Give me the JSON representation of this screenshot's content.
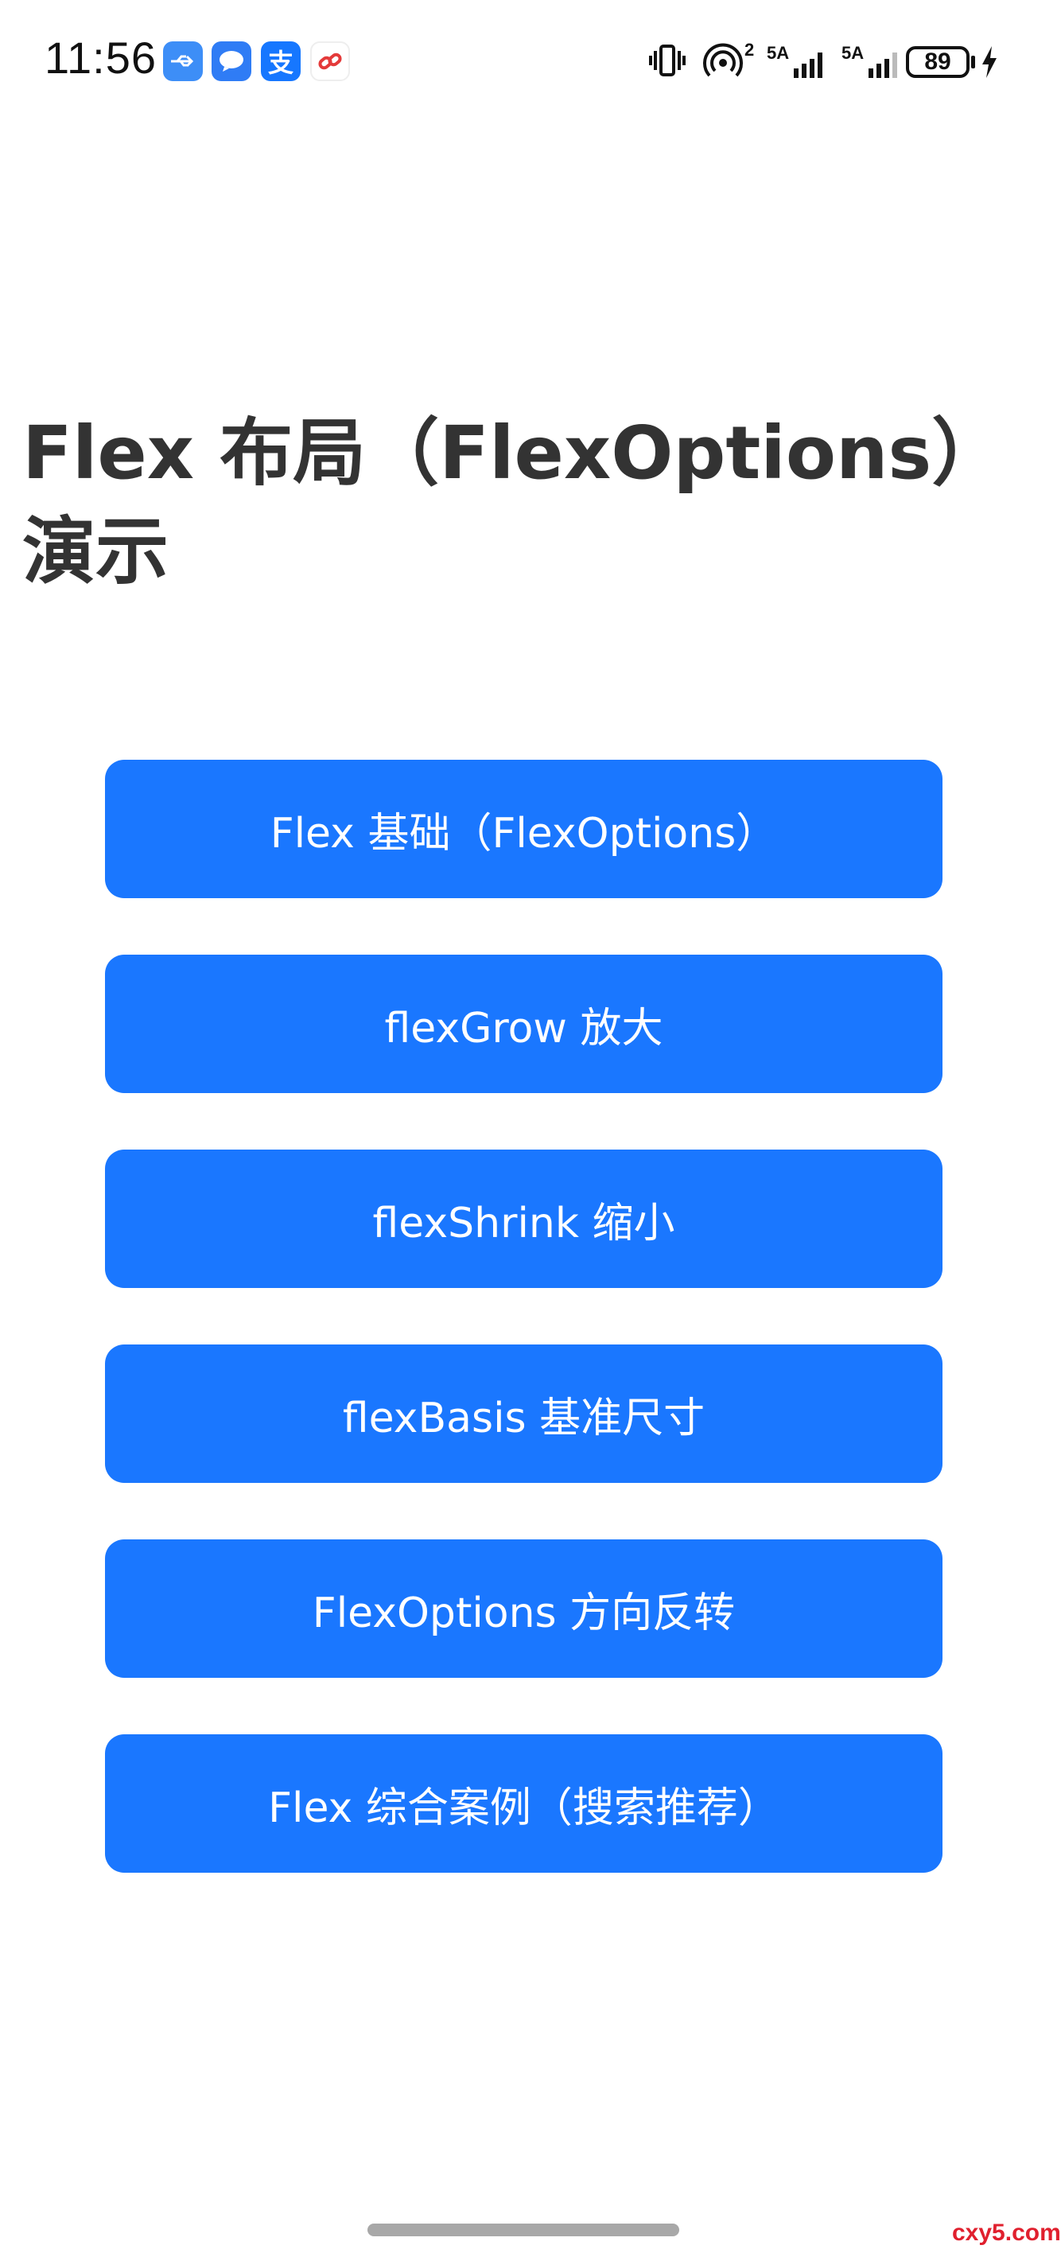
{
  "status_bar": {
    "time": "11:56",
    "battery": "89",
    "signal1_label": "5A",
    "signal2_label": "5A",
    "hotspot_count": "2",
    "app_icons": [
      "usb-icon",
      "messages-icon",
      "alipay-icon",
      "link-app-icon"
    ],
    "alipay_glyph": "支"
  },
  "page": {
    "title": "Flex 布局（FlexOptions）演示"
  },
  "menu": {
    "items": [
      {
        "label": "Flex 基础（FlexOptions）"
      },
      {
        "label": "flexGrow 放大"
      },
      {
        "label": "flexShrink 缩小"
      },
      {
        "label": "flexBasis 基准尺寸"
      },
      {
        "label": "FlexOptions 方向反转"
      },
      {
        "label": "Flex 综合案例（搜索推荐）"
      }
    ]
  },
  "watermark": "cxy5.com",
  "colors": {
    "button": "#1a77ff",
    "title": "#333333",
    "background": "#ffffff"
  }
}
